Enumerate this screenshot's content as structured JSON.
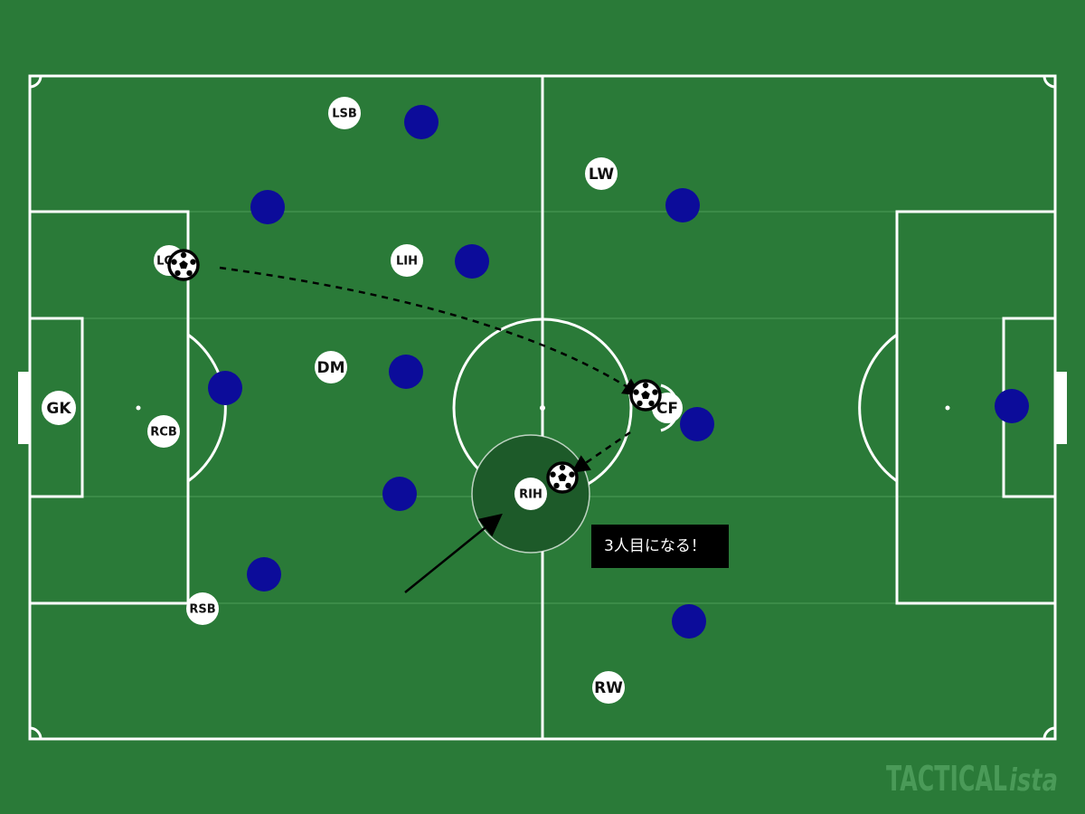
{
  "colors": {
    "pitch": "#2a7a38",
    "stripe": "#3f8f4b",
    "lines": "#ffffff",
    "home_player": "#ffffff",
    "away_player": "#0c0c9a",
    "highlight_zone": "#1d5a29",
    "callout_bg": "#000000"
  },
  "home_players": [
    {
      "id": "gk",
      "label": "GK"
    },
    {
      "id": "lcb",
      "label": "LCB"
    },
    {
      "id": "rcb",
      "label": "RCB"
    },
    {
      "id": "lsb",
      "label": "LSB"
    },
    {
      "id": "rsb",
      "label": "RSB"
    },
    {
      "id": "dm",
      "label": "DM"
    },
    {
      "id": "lih",
      "label": "LIH"
    },
    {
      "id": "rih",
      "label": "RIH"
    },
    {
      "id": "lw",
      "label": "LW"
    },
    {
      "id": "rw",
      "label": "RW"
    },
    {
      "id": "cf",
      "label": "CF"
    }
  ],
  "away_player_count": 11,
  "callout": {
    "text": "3人目になる！"
  },
  "watermark": {
    "main": "TACTICAL",
    "suffix": "ista"
  }
}
